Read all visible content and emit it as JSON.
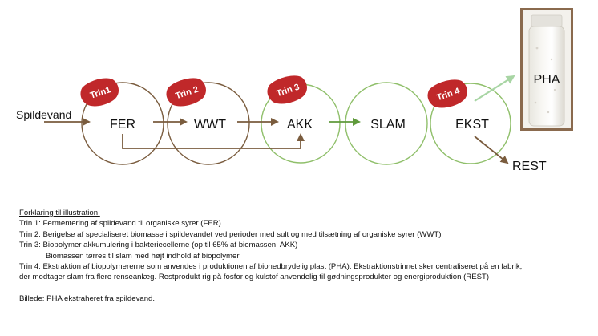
{
  "diagram": {
    "input_label": "Spildevand",
    "nodes": [
      {
        "id": "fer",
        "label": "FER",
        "badge": "Trin1"
      },
      {
        "id": "wwt",
        "label": "WWT",
        "badge": "Trin 2"
      },
      {
        "id": "akk",
        "label": "AKK",
        "badge": "Trin 3"
      },
      {
        "id": "slam",
        "label": "SLAM",
        "badge": ""
      },
      {
        "id": "ekst",
        "label": "EKST",
        "badge": "Trin 4"
      }
    ],
    "output_pha": "PHA",
    "output_rest": "REST",
    "colors": {
      "brown": "#7a5c3e",
      "green": "#8fbf6a",
      "dark_green": "#5f9a3b",
      "light_green": "#a8d5a4",
      "badge_red": "#c0282a"
    }
  },
  "legend": {
    "heading": "Forklaring til illustration:",
    "lines": [
      "Trin 1: Fermentering af spildevand til organiske syrer (FER)",
      "Trin 2: Berigelse af specialiseret biomasse i spildevandet ved perioder med sult og med tilsætning af organiske syrer (WWT)",
      "Trin 3: Biopolymer akkumulering i bakteriecellerne (op til 65% af biomassen; AKK)",
      "Biomassen tørres til slam med højt indhold af biopolymer",
      "Trin 4: Ekstraktion af biopolymererne som anvendes i produktionen af bionedbrydelig plast (PHA). Ekstraktionstrinnet sker centraliseret på en fabrik, der modtager slam fra flere renseanlæg. Restprodukt rig på fosfor og kulstof anvendelig til gødningsprodukter og energiproduktion (REST)"
    ],
    "caption": "Billede: PHA ekstraheret fra spildevand."
  }
}
